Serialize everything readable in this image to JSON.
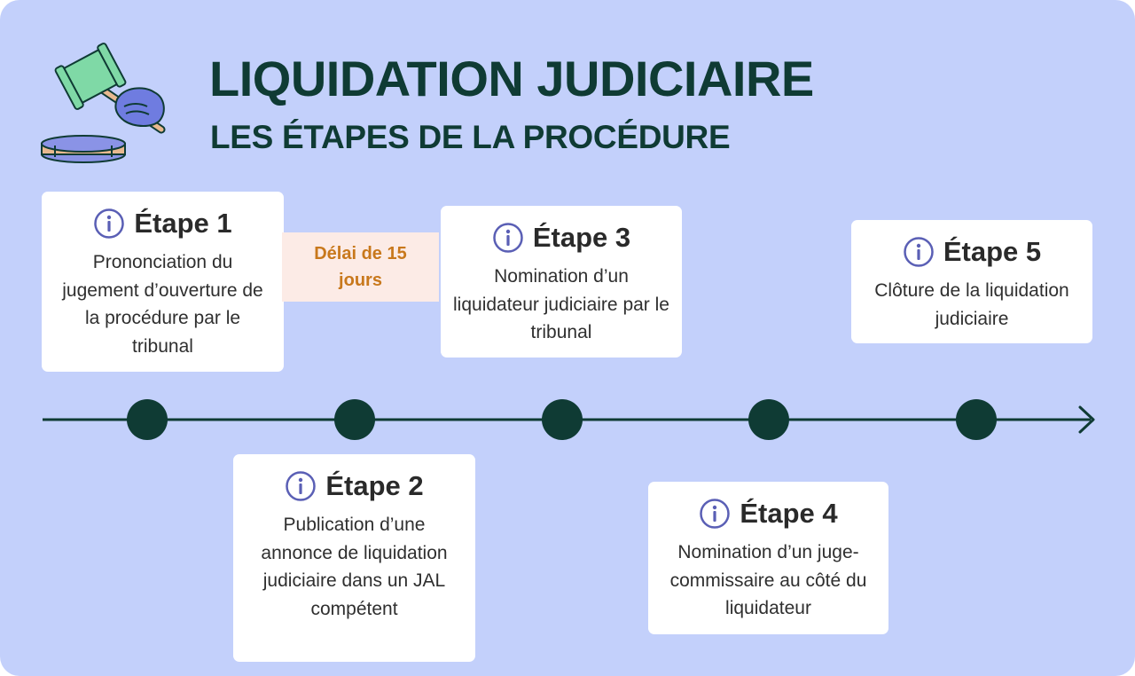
{
  "header": {
    "title": "LIQUIDATION JUDICIAIRE",
    "subtitle": "LES ÉTAPES DE LA PROCÉDURE"
  },
  "icons": {
    "header_icon": "gavel-icon",
    "card_icon": "info-icon"
  },
  "colors": {
    "background": "#c3d0fb",
    "title": "#0f3b34",
    "timeline": "#0f3b34",
    "info_icon": "#5a5fb5",
    "delay_bg": "#fcebe6",
    "delay_text": "#c8781c"
  },
  "delay": {
    "label": "Délai de 15 jours"
  },
  "steps": [
    {
      "title": "Étape 1",
      "text": "Prononciation du jugement d’ouverture de la procédure par le tribunal"
    },
    {
      "title": "Étape 2",
      "text": "Publication d’une annonce de liquidation judiciaire dans un JAL compétent"
    },
    {
      "title": "Étape 3",
      "text": "Nomination d’un liquidateur judiciaire par le tribunal"
    },
    {
      "title": "Étape 4",
      "text": "Nomination d’un juge-commissaire au côté du liquidateur"
    },
    {
      "title": "Étape 5",
      "text": "Clôture de la liquidation judiciaire"
    }
  ]
}
